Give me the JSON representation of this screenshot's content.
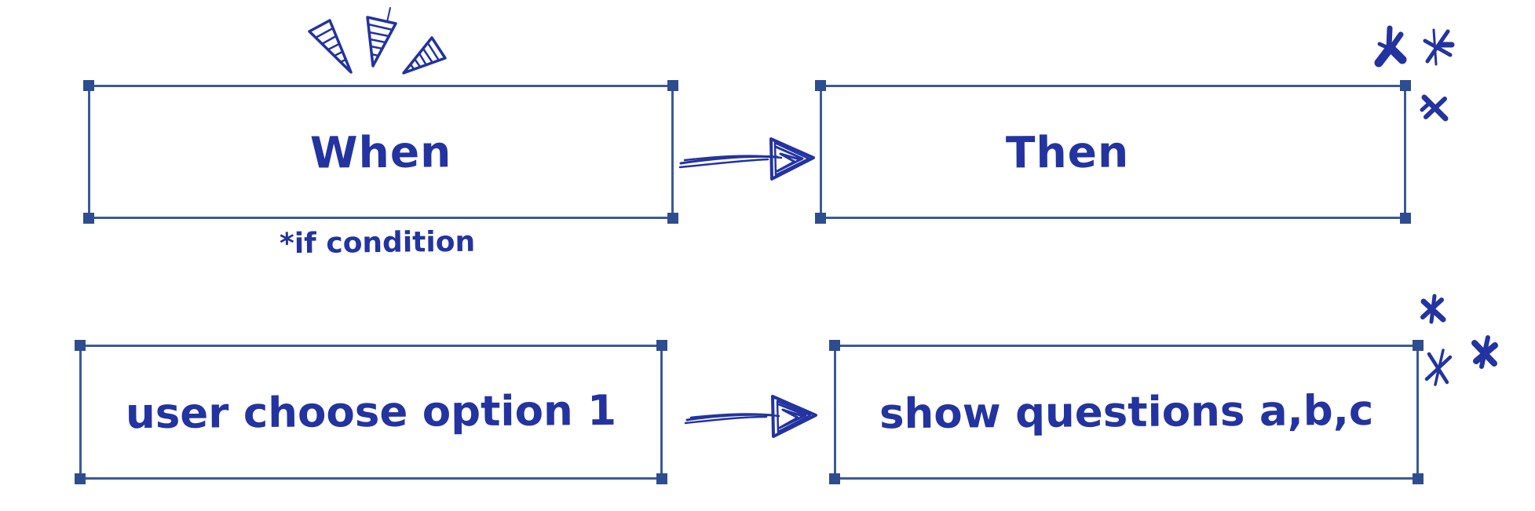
{
  "colors": {
    "background": "#ffffff",
    "ink": "#2333a0",
    "frame": "#3b5a98",
    "handle": "#2d4d8e"
  },
  "canvas": {
    "when_box": {
      "label": "When"
    },
    "then_box": {
      "label": "Then"
    },
    "condition_note": {
      "text": "*if condition"
    },
    "option_box": {
      "label": "user choose option 1"
    },
    "questions_box": {
      "label": "show questions a,b,c"
    },
    "icons": {
      "top_arrow": "sketch-arrow-right-icon",
      "bottom_arrow": "sketch-arrow-right-icon",
      "emphasis": "emphasis-rays-icon",
      "sparkles_then": "sparkle-asterisk-icons",
      "sparkles_questions": "sparkle-asterisk-icons"
    }
  }
}
